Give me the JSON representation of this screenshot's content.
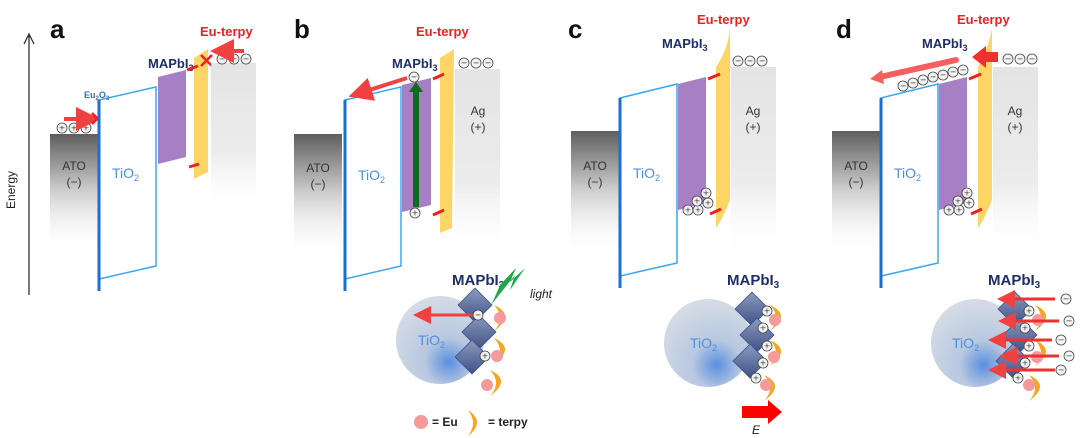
{
  "figure": {
    "axis_label": "Energy",
    "panels": [
      {
        "letter": "a",
        "labels": {
          "eu_terpy": "Eu-terpy",
          "mapbi3": "MAPbI",
          "mapbi3_sub": "3",
          "eu2o3": "Eu",
          "eu2o3_sub1": "2",
          "eu2o3_o": "O",
          "eu2o3_sub2": "3",
          "ato": "ATO",
          "ato_sign": "(−)",
          "tio2": "TiO",
          "tio2_sub": "2"
        },
        "charges": {
          "ato_holes": 3,
          "ag_electrons": 3
        },
        "blocked_transfers": 2
      },
      {
        "letter": "b",
        "labels": {
          "eu_terpy": "Eu-terpy",
          "mapbi3": "MAPbI",
          "mapbi3_sub": "3",
          "ato": "ATO",
          "ato_sign": "(−)",
          "tio2": "TiO",
          "tio2_sub": "2",
          "ag": "Ag",
          "ag_sign": "(+)",
          "inset_mapbi3": "MAPbI",
          "inset_mapbi3_sub": "3",
          "inset_tio2": "TiO",
          "inset_tio2_sub": "2",
          "light": "light"
        },
        "charges": {
          "ag_electrons": 3
        },
        "legend": {
          "eu": "= Eu",
          "terpy": "= terpy"
        }
      },
      {
        "letter": "c",
        "labels": {
          "eu_terpy": "Eu-terpy",
          "mapbi3": "MAPbI",
          "mapbi3_sub": "3",
          "ato": "ATO",
          "ato_sign": "(−)",
          "tio2": "TiO",
          "tio2_sub": "2",
          "ag": "Ag",
          "ag_sign": "(+)",
          "inset_mapbi3": "MAPbI",
          "inset_mapbi3_sub": "3",
          "inset_tio2": "TiO",
          "inset_tio2_sub": "2",
          "field": "E"
        },
        "charges": {
          "ag_electrons": 3,
          "mapbi3_holes": 5
        }
      },
      {
        "letter": "d",
        "labels": {
          "eu_terpy": "Eu-terpy",
          "mapbi3": "MAPbI",
          "mapbi3_sub": "3",
          "ato": "ATO",
          "ato_sign": "(−)",
          "tio2": "TiO",
          "tio2_sub": "2",
          "ag": "Ag",
          "ag_sign": "(+)",
          "inset_mapbi3": "MAPbI",
          "inset_mapbi3_sub": "3",
          "inset_tio2": "TiO",
          "inset_tio2_sub": "2"
        },
        "charges": {
          "ag_electrons": 3,
          "mapbi3_holes": 5,
          "tio2_electrons": 7,
          "inset_electrons": 5
        }
      }
    ],
    "colors": {
      "red": "#f02020",
      "navy": "#1f2e6b",
      "tio2_blue": "#3aa8f0",
      "tio2_dark_blue": "#1a6fd0",
      "perovskite_purple": "#a67fc4",
      "eu_terpy_yellow": "#fdd466",
      "terpy_orange": "#f5a623",
      "eu_pink": "#f59a9a",
      "light_green": "#1ea84a",
      "excitation_green": "#0b6e1a",
      "crystal_blue": "#5a6f9e"
    }
  }
}
